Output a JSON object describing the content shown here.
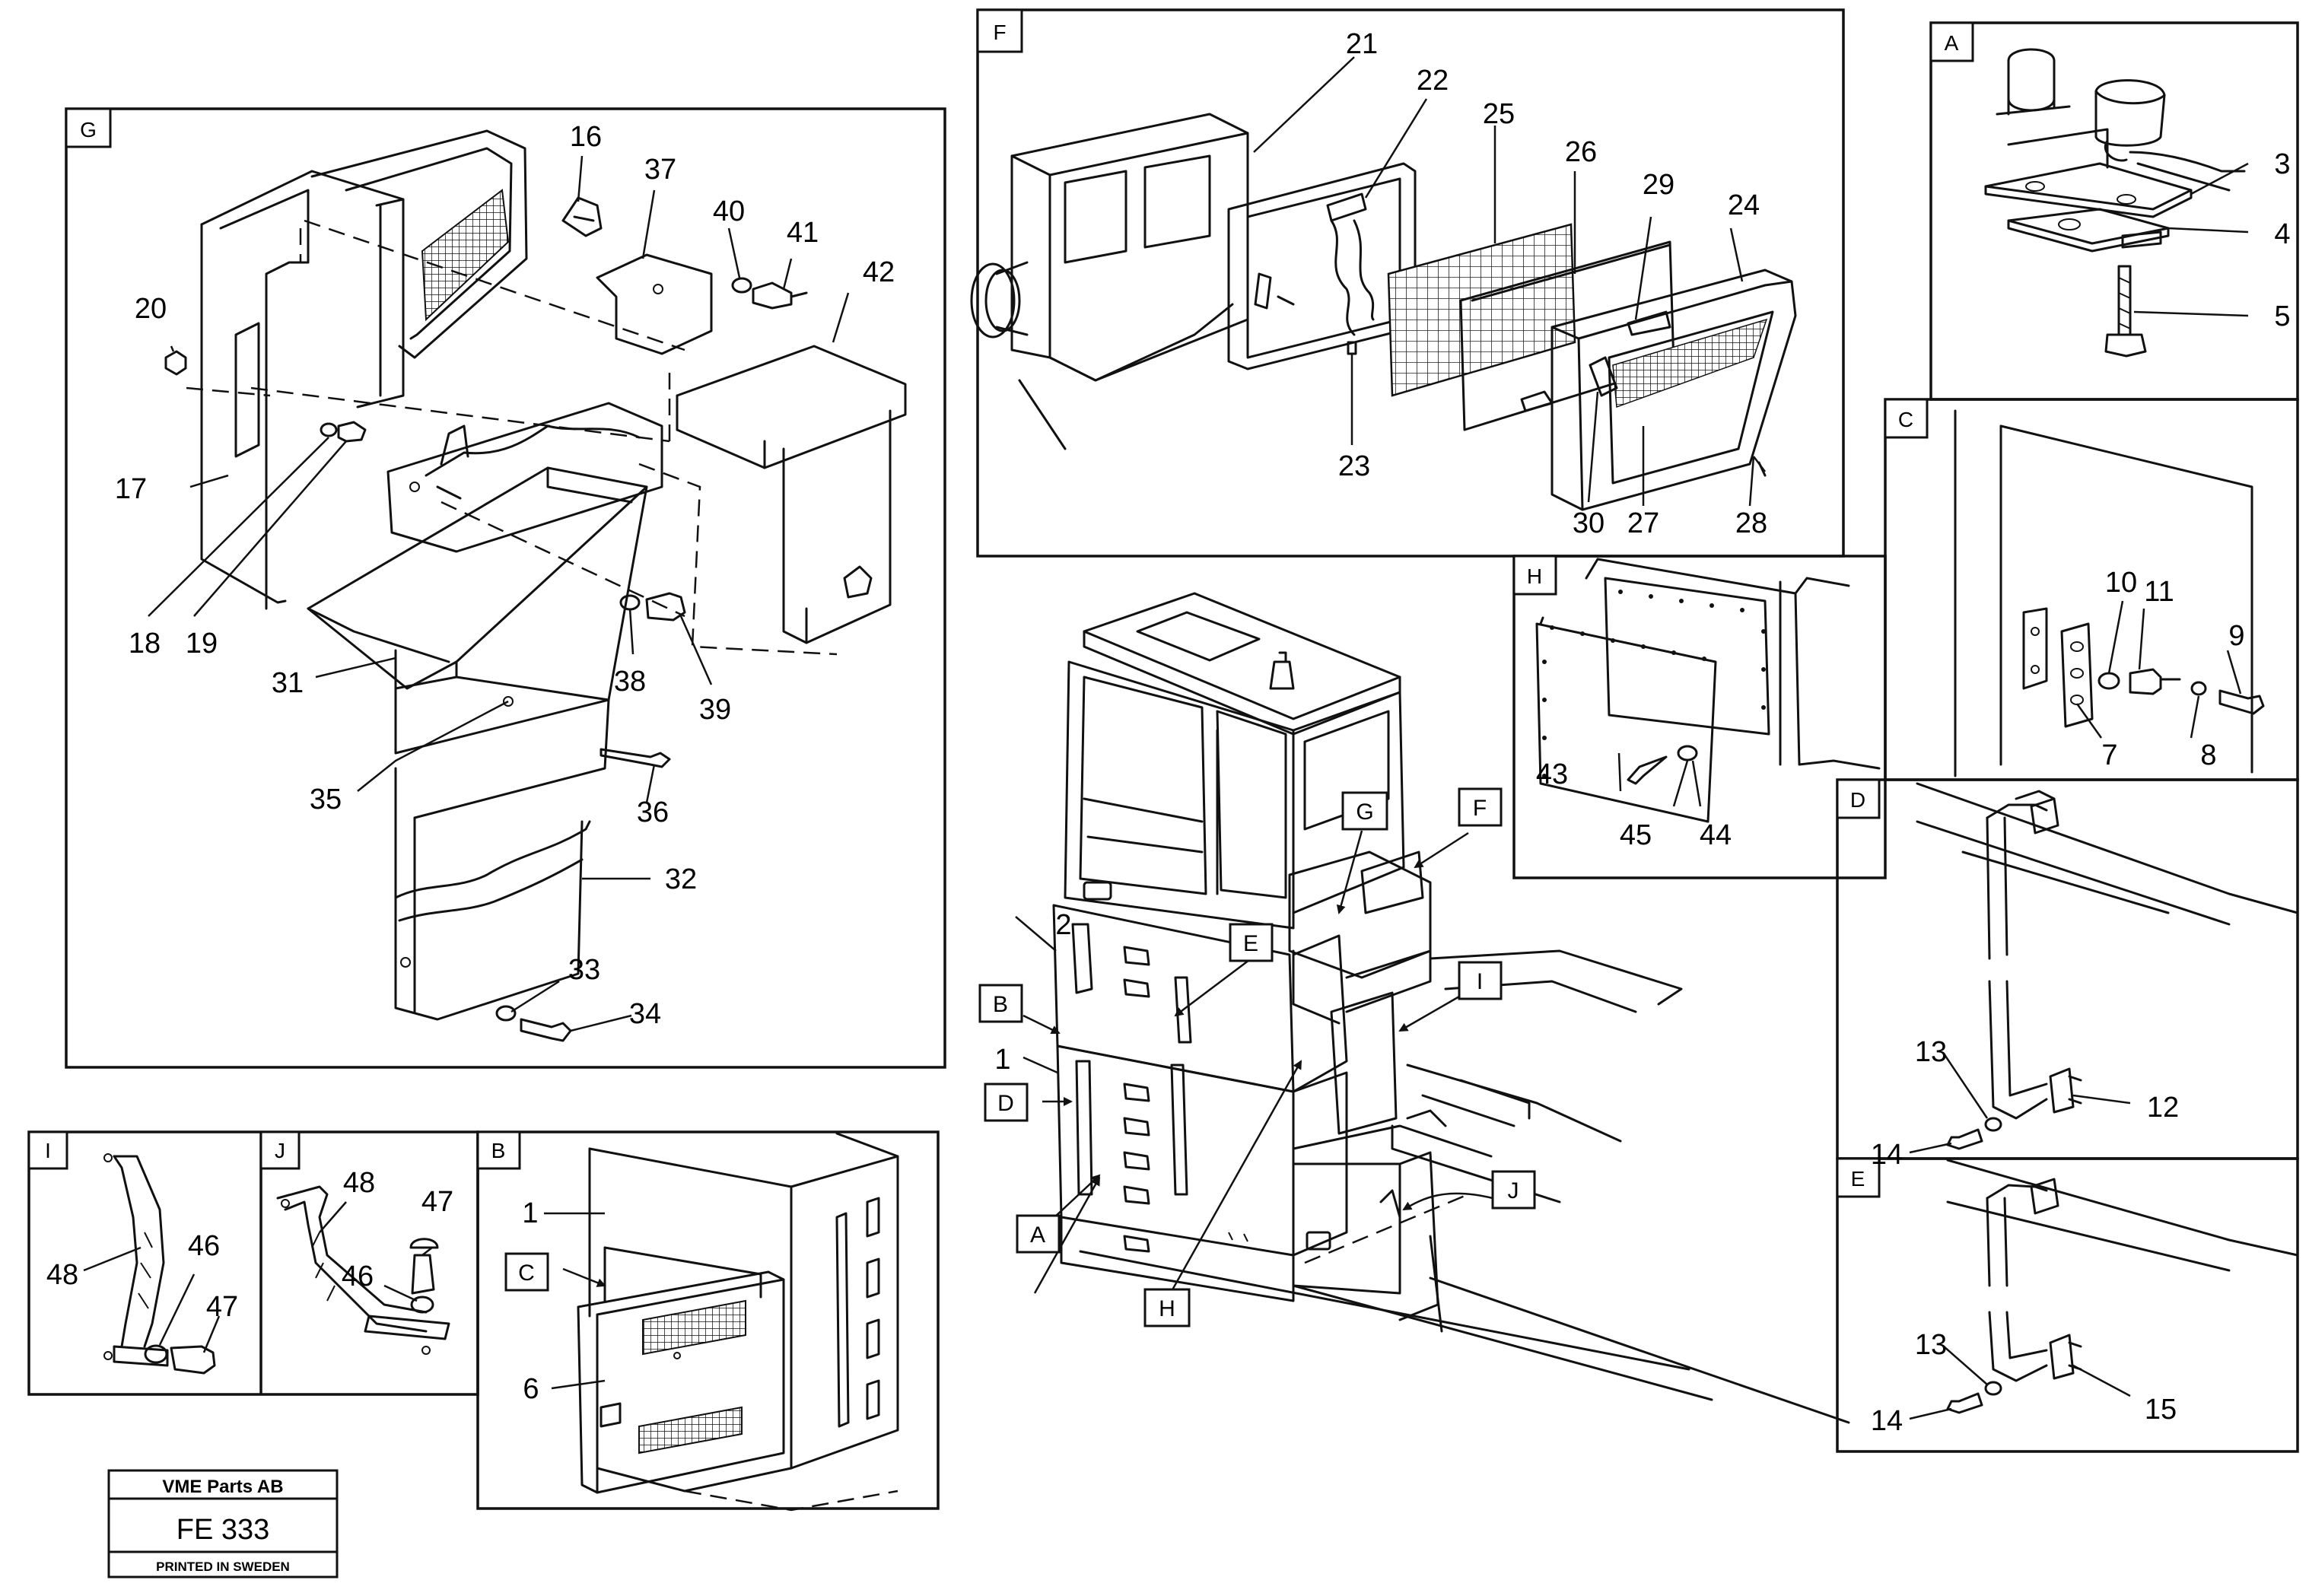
{
  "title_block": {
    "company": "VME Parts AB",
    "code": "FE 333",
    "printed": "PRINTED IN SWEDEN"
  },
  "views": {
    "A": "A",
    "B": "B",
    "C": "C",
    "D": "D",
    "E": "E",
    "F": "F",
    "G": "G",
    "H": "H",
    "I": "I",
    "J": "J"
  },
  "parts": {
    "p1": "1",
    "p2": "2",
    "p3": "3",
    "p4": "4",
    "p5": "5",
    "p6": "6",
    "p7": "7",
    "p8": "8",
    "p9": "9",
    "p10": "10",
    "p11": "11",
    "p12": "12",
    "p13": "13",
    "p14": "14",
    "p15": "15",
    "p16": "16",
    "p17": "17",
    "p18": "18",
    "p19": "19",
    "p20": "20",
    "p21": "21",
    "p22": "22",
    "p23": "23",
    "p24": "24",
    "p25": "25",
    "p26": "26",
    "p27": "27",
    "p28": "28",
    "p29": "29",
    "p30": "30",
    "p31": "31",
    "p32": "32",
    "p33": "33",
    "p34": "34",
    "p35": "35",
    "p36": "36",
    "p37": "37",
    "p38": "38",
    "p39": "39",
    "p40": "40",
    "p41": "41",
    "p42": "42",
    "p43": "43",
    "p44": "44",
    "p45": "45",
    "p46": "46",
    "p47": "47",
    "p48": "48"
  }
}
